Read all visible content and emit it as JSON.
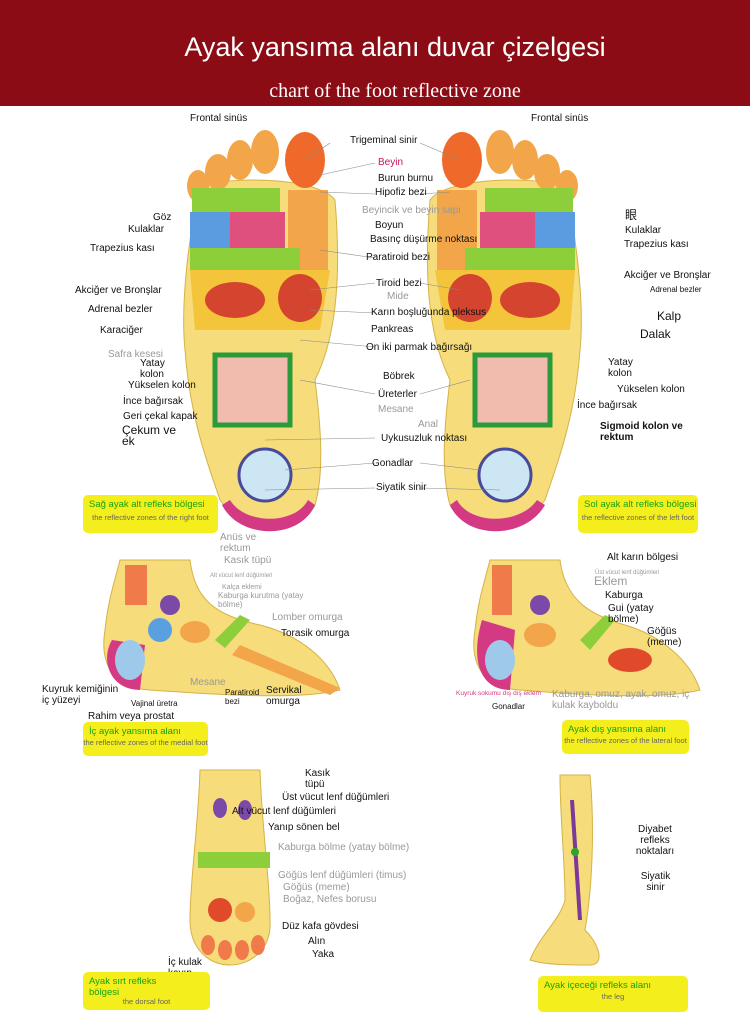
{
  "header": {
    "title": "Ayak yansıma alanı duvar çizelgesi",
    "subtitle": "chart of the foot reflective zone"
  },
  "sole": {
    "right_labels": [
      "Frontal sinüs",
      "Göz",
      "Kulaklar",
      "Trapezius kası",
      "Akciğer ve Bronşlar",
      "Adrenal bezler",
      "Karaciğer",
      "Safra kesesi",
      "Yatay kolon",
      "Yükselen kolon",
      "İnce bağırsak",
      "Geri çekal kapak",
      "Çekum ve ek"
    ],
    "center_labels": [
      "Trigeminal sinir",
      "Beyin",
      "Burun burnu",
      "Hipofiz bezi",
      "Beyincik ve beyin sapı",
      "Boyun",
      "Basınç düşürme noktası",
      "Paratiroid bezi",
      "Tiroid bezi",
      "Mide",
      "Karın boşluğunda pleksus",
      "Pankreas",
      "On iki parmak bağırsağı",
      "Böbrek",
      "Üreterler",
      "Mesane",
      "Anal",
      "Uykusuzluk noktası",
      "Gonadlar",
      "Siyatik sinir"
    ],
    "left_labels": [
      "Frontal sinüs",
      "眼",
      "Kulaklar",
      "Trapezius kası",
      "Akciğer ve Bronşlar",
      "Adrenal bezler",
      "Kalp",
      "Dalak",
      "Yatay kolon",
      "Yükselen kolon",
      "İnce bağırsak",
      "Sigmoid kolon ve rektum"
    ],
    "caption_right": {
      "main": "Sağ ayak alt refleks bölgesi",
      "sub": "the reflective zones of the right foot"
    },
    "caption_left": {
      "main": "Sol ayak alt refleks bölgesi",
      "sub": "the reflective zones of the left foot"
    }
  },
  "medial": {
    "labels": [
      "Anüs ve rektum",
      "Kasık tüpü",
      "Alt vücut lenf düğümleri",
      "Kalça eklemi",
      "Kaburga kurutma (yatay bölme)",
      "Lomber omurga",
      "Torasik omurga",
      "Kuyruk kemiğinin iç yüzeyi",
      "Mesane",
      "Vajinal üretra",
      "Paratiroid bezi",
      "Servikal omurga",
      "Rahim veya prostat"
    ],
    "caption": {
      "main": "İç ayak yansıma alanı",
      "sub": "the reflective zones of the medial foot"
    }
  },
  "lateral": {
    "labels": [
      "Alt karın bölgesi",
      "Üst vücut lenf düğümleri",
      "Eklem",
      "Kaburga",
      "Gui (yatay bölme)",
      "Göğüs (meme)",
      "Kuyruk sokumu dış dış eklem",
      "Gonadlar",
      "Kaburga, omuz, ayak, omuz, iç kulak kayboldu"
    ],
    "caption": {
      "main": "Ayak dış yansıma alanı",
      "sub": "the reflective zones of the lateral foot"
    }
  },
  "dorsal": {
    "labels": [
      "Kasık tüpü",
      "Üst vücut lenf düğümleri",
      "Alt vücut lenf düğümleri",
      "Yanıp sönen bel",
      "Kaburga bölme (yatay bölme)",
      "Göğüs lenf düğümleri (timus)",
      "Göğüs (meme)",
      "Boğaz, Nefes borusu",
      "Düz kafa gövdesi",
      "Alın",
      "Yaka",
      "İç kulak kayıp"
    ],
    "caption": {
      "main": "Ayak sırt refleks bölgesi",
      "sub": "the dorsal foot"
    }
  },
  "leg": {
    "labels": [
      "Diyabet refleks noktaları",
      "Siyatik sinir"
    ],
    "caption": {
      "main": "Ayak içeceği refleks alanı",
      "sub": "the leg"
    }
  },
  "colors": {
    "header": "#8b0c14",
    "caption_bg": "#f4ee1c",
    "caption_text": "#16a316",
    "skin": "#f6dc7a"
  }
}
